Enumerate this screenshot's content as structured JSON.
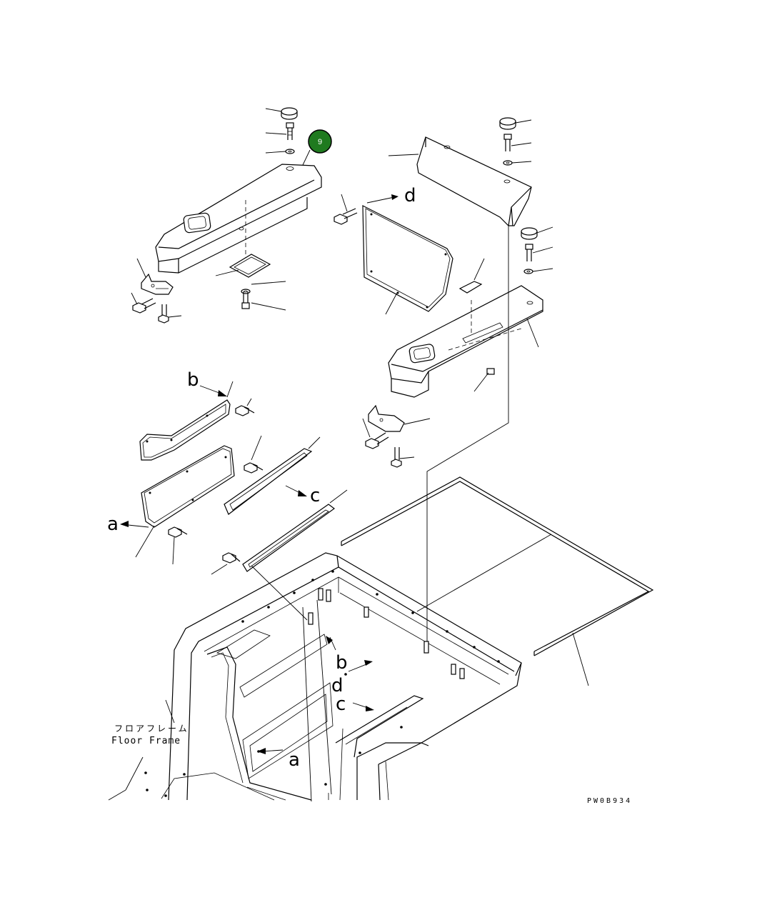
{
  "callout": {
    "number": "9",
    "fill": "#1f7a1f",
    "ring": "#000000"
  },
  "labels": {
    "a_left": "a",
    "b_left": "b",
    "c_mid": "c",
    "d_top": "d",
    "b_frame": "b",
    "d_frame": "d",
    "c_frame": "c",
    "a_frame": "a"
  },
  "floor_frame": {
    "jp": "フロアフレーム",
    "en": "Floor Frame"
  },
  "drawing_code": "PW0B934"
}
